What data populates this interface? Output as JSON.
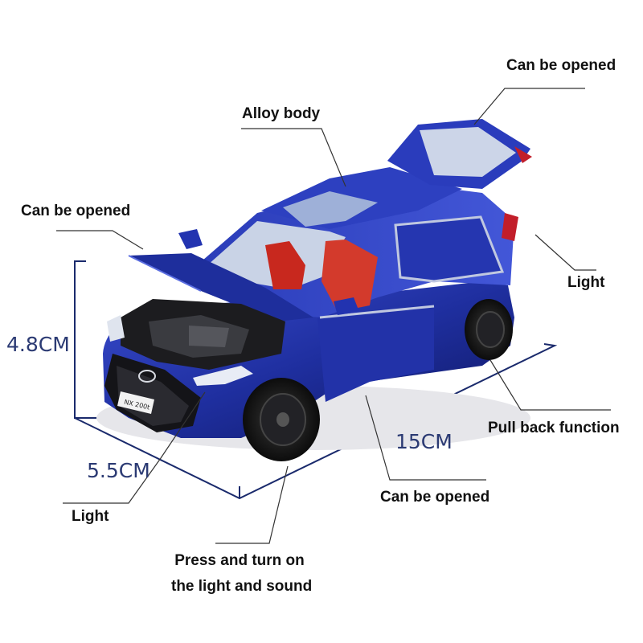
{
  "product": {
    "plate_text": "NX 200t"
  },
  "dimensions": {
    "height": "4.8CM",
    "width": "5.5CM",
    "length": "15CM"
  },
  "callouts": {
    "trunk": "Can be opened",
    "body": "Alloy body",
    "hood": "Can be opened",
    "rear_light": "Light",
    "wheels": "Pull back function",
    "door": "Can be opened",
    "front_light": "Light",
    "sound_line1": "Press and turn on",
    "sound_line2": "the light and sound"
  },
  "colors": {
    "car_body": "#1f2fa0",
    "interior": "#c8281e",
    "dimension": "#2b3a73"
  }
}
